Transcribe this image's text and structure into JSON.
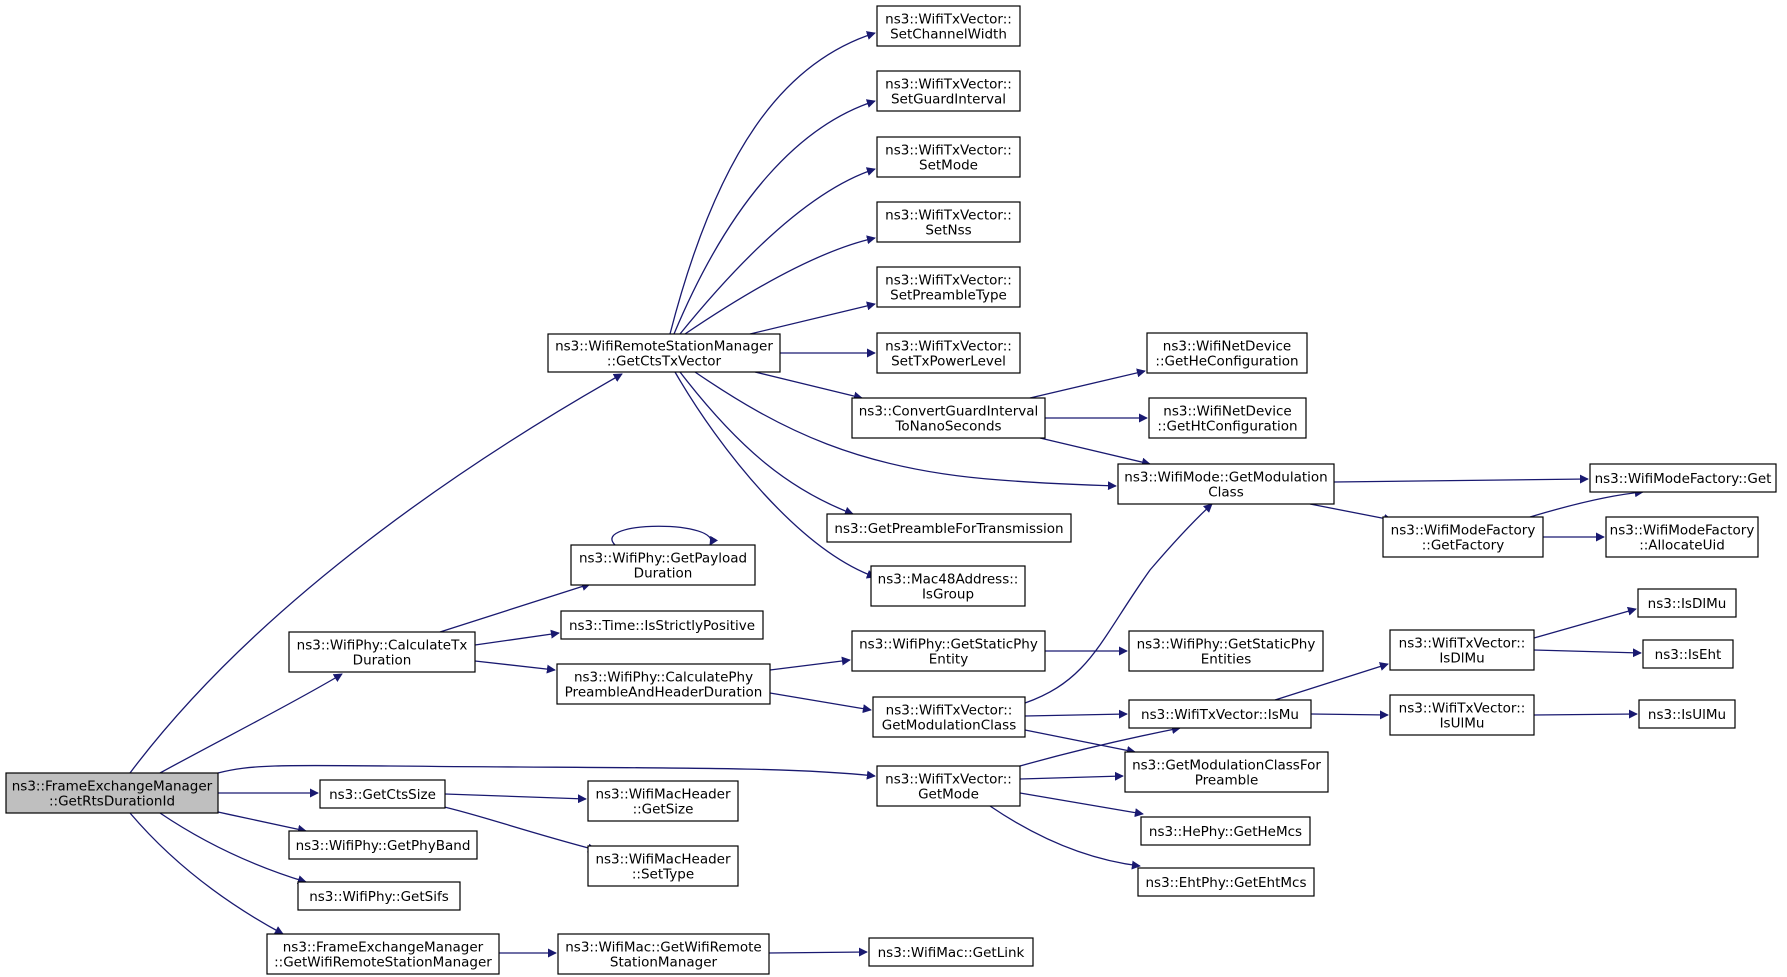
{
  "colors": {
    "edge": "#191970",
    "root_fill": "#bfbfbf",
    "node_fill": "#ffffff",
    "node_border": "#000000"
  },
  "nodes": {
    "root": [
      "ns3::FrameExchangeManager",
      "::GetRtsDurationId"
    ],
    "getCtsTxVector": [
      "ns3::WifiRemoteStationManager",
      "::GetCtsTxVector"
    ],
    "setChannelWidth": [
      "ns3::WifiTxVector::",
      "SetChannelWidth"
    ],
    "setGuardInterval": [
      "ns3::WifiTxVector::",
      "SetGuardInterval"
    ],
    "setMode": [
      "ns3::WifiTxVector::",
      "SetMode"
    ],
    "setNss": [
      "ns3::WifiTxVector::",
      "SetNss"
    ],
    "setPreambleType": [
      "ns3::WifiTxVector::",
      "SetPreambleType"
    ],
    "setTxPowerLevel": [
      "ns3::WifiTxVector::",
      "SetTxPowerLevel"
    ],
    "convertGuardInterval": [
      "ns3::ConvertGuardInterval",
      "ToNanoSeconds"
    ],
    "getHeConfiguration": [
      "ns3::WifiNetDevice",
      "::GetHeConfiguration"
    ],
    "getHtConfiguration": [
      "ns3::WifiNetDevice",
      "::GetHtConfiguration"
    ],
    "modeGetModulationClass": [
      "ns3::WifiMode::GetModulation",
      "Class"
    ],
    "factoryGet": [
      "ns3::WifiModeFactory::Get"
    ],
    "getFactory": [
      "ns3::WifiModeFactory",
      "::GetFactory"
    ],
    "allocateUid": [
      "ns3::WifiModeFactory",
      "::AllocateUid"
    ],
    "getPreambleForTransmission": [
      "ns3::GetPreambleForTransmission"
    ],
    "isGroup": [
      "ns3::Mac48Address::",
      "IsGroup"
    ],
    "getPayloadDuration": [
      "ns3::WifiPhy::GetPayload",
      "Duration"
    ],
    "calculateTxDuration": [
      "ns3::WifiPhy::CalculateTx",
      "Duration"
    ],
    "isStrictlyPositive": [
      "ns3::Time::IsStrictlyPositive"
    ],
    "calculatePhyPreamble": [
      "ns3::WifiPhy::CalculatePhy",
      "PreambleAndHeaderDuration"
    ],
    "getStaticPhyEntity": [
      "ns3::WifiPhy::GetStaticPhy",
      "Entity"
    ],
    "getStaticPhyEntities": [
      "ns3::WifiPhy::GetStaticPhy",
      "Entities"
    ],
    "txvGetModulationClass": [
      "ns3::WifiTxVector::",
      "GetModulationClass"
    ],
    "isMu": [
      "ns3::WifiTxVector::IsMu"
    ],
    "txvIsDlMu": [
      "ns3::WifiTxVector::",
      "IsDlMu"
    ],
    "txvIsUlMu": [
      "ns3::WifiTxVector::",
      "IsUlMu"
    ],
    "isDlMu": [
      "ns3::IsDlMu"
    ],
    "isEht": [
      "ns3::IsEht"
    ],
    "isUlMu": [
      "ns3::IsUlMu"
    ],
    "getModulationClassForPreamble": [
      "ns3::GetModulationClassFor",
      "Preamble"
    ],
    "txvGetMode": [
      "ns3::WifiTxVector::",
      "GetMode"
    ],
    "getHeMcs": [
      "ns3::HePhy::GetHeMcs"
    ],
    "getEhtMcs": [
      "ns3::EhtPhy::GetEhtMcs"
    ],
    "getCtsSize": [
      "ns3::GetCtsSize"
    ],
    "macHeaderGetSize": [
      "ns3::WifiMacHeader",
      "::GetSize"
    ],
    "macHeaderSetType": [
      "ns3::WifiMacHeader",
      "::SetType"
    ],
    "getPhyBand": [
      "ns3::WifiPhy::GetPhyBand"
    ],
    "getSifs": [
      "ns3::WifiPhy::GetSifs"
    ],
    "getWifiRemoteStationManager": [
      "ns3::FrameExchangeManager",
      "::GetWifiRemoteStationManager"
    ],
    "macGetWifiRemoteStationManager": [
      "ns3::WifiMac::GetWifiRemote",
      "StationManager"
    ],
    "getLink": [
      "ns3::WifiMac::GetLink"
    ]
  }
}
